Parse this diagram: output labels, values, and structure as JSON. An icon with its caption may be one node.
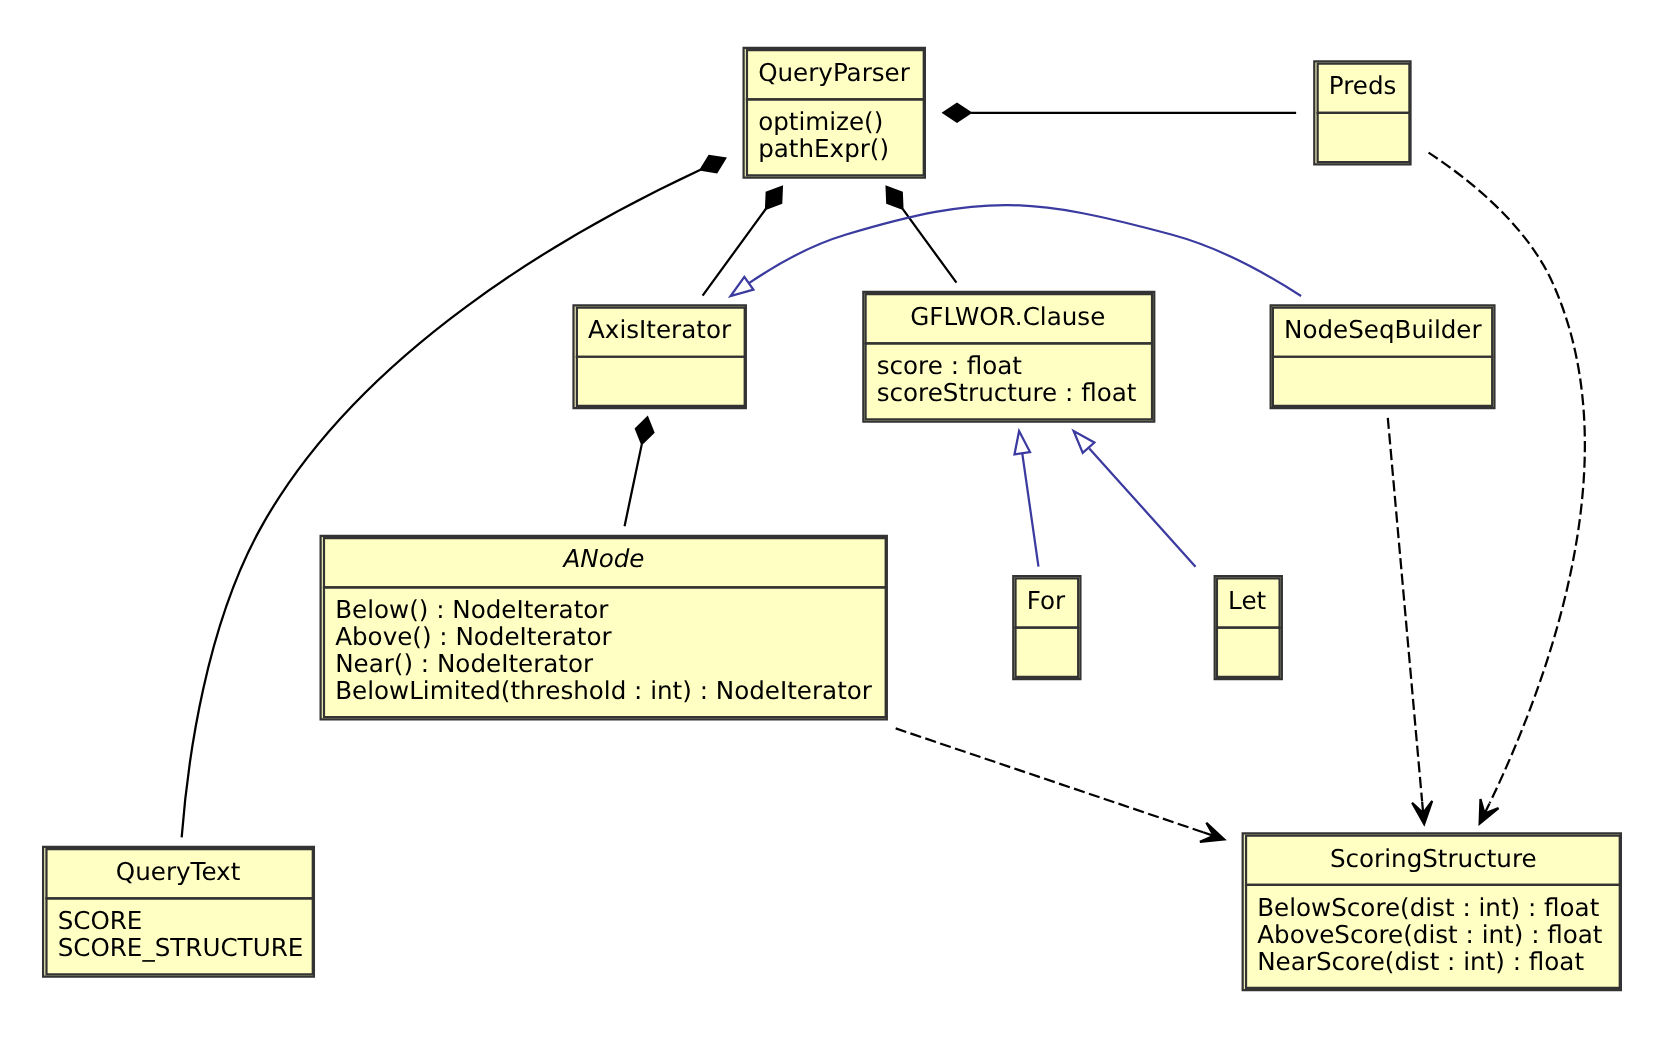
{
  "diagram": {
    "nodes": [
      {
        "text": [
          "QueryText",
          "SCORE",
          "SCORE_STRUCTURE"
        ]
      },
      {
        "text": [
          "ScoringStructure",
          "BelowScore(dist : int) : float",
          "AboveScore(dist : int) : float",
          "NearScore(dist : int) : float"
        ]
      },
      {
        "text": [
          "QueryParser",
          "optimize()",
          "pathExpr()"
        ]
      },
      {
        "text": [
          "Preds"
        ]
      },
      {
        "text": [
          "AxisIterator"
        ]
      },
      {
        "text": [
          "NodeSeqBuilder"
        ]
      },
      {
        "text": [
          "GFLWOR.Clause",
          "score : float",
          "scoreStructure : float"
        ]
      },
      {
        "text": [
          "ANode",
          "Below() : NodeIterator",
          "Above() : NodeIterator",
          "Near() : NodeIterator",
          "BelowLimited(threshold : int) : NodeIterator"
        ]
      },
      {
        "text": [
          "For"
        ]
      },
      {
        "text": [
          "Let"
        ]
      }
    ],
    "edges": [
      {
        "from": 2,
        "to": 0,
        "arrow": "other"
      },
      {
        "from": 2,
        "to": 3,
        "arrow": "other"
      },
      {
        "from": 2,
        "to": 4,
        "arrow": "other"
      },
      {
        "from": 2,
        "to": 6,
        "arrow": "other"
      },
      {
        "from": 3,
        "to": 1,
        "arrow": "to",
        "style": "dashed"
      },
      {
        "from": 5,
        "to": 1,
        "arrow": "to",
        "style": "dashed"
      },
      {
        "from": 7,
        "to": 1,
        "arrow": "to",
        "style": "dashed"
      },
      {
        "from": 4,
        "to": 7,
        "arrow": "other"
      },
      {
        "from": 5,
        "to": 4,
        "arrow": "to",
        "color": "#3a3aa0"
      },
      {
        "from": 8,
        "to": 6,
        "arrow": "to",
        "color": "#3a3aa0"
      },
      {
        "from": 9,
        "to": 6,
        "arrow": "to",
        "color": "#3a3aa0"
      }
    ]
  }
}
